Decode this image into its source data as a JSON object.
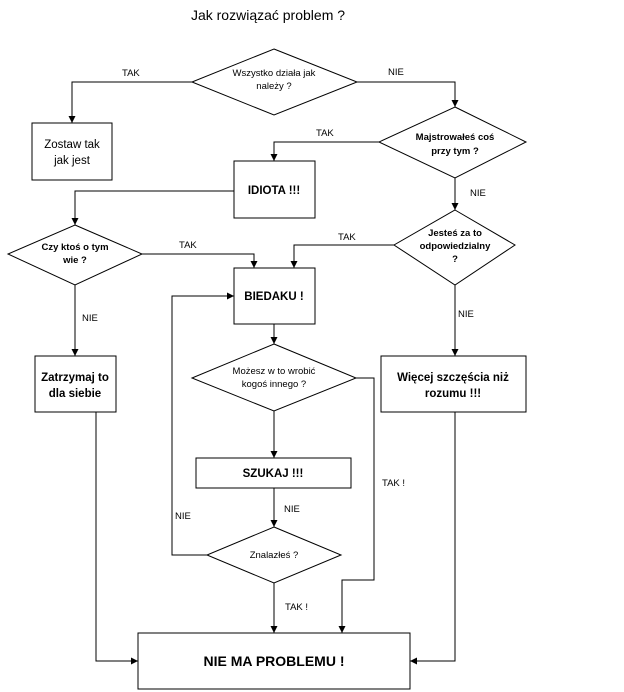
{
  "title": "Jak rozwiązać problem ?",
  "nodes": {
    "q_works": [
      "Wszystko działa jak",
      "należy ?"
    ],
    "leave_it": [
      "Zostaw tak",
      "jak jest"
    ],
    "q_tinkered": [
      "Majstrowałeś coś",
      "przy tym ?"
    ],
    "idiot": "IDIOTA !!!",
    "q_responsible": [
      "Jesteś za to",
      "odpowiedzialny",
      "?"
    ],
    "q_anyone_knows": [
      "Czy ktoś o tym",
      "wie ?"
    ],
    "poor_guy": "BIEDAKU !",
    "q_blame": [
      "Możesz w to wrobić",
      "kogoś innego ?"
    ],
    "keep_it": [
      "Zatrzymaj to",
      "dla siebie"
    ],
    "more_luck": [
      "Więcej szczęścia niż",
      "rozumu !!!"
    ],
    "search": "SZUKAJ !!!",
    "q_found": "Znalazłeś ?",
    "no_problem": "NIE MA PROBLEMU !"
  },
  "edge_labels": {
    "tak": "TAK",
    "nie": "NIE",
    "tak_excl": "TAK !"
  }
}
